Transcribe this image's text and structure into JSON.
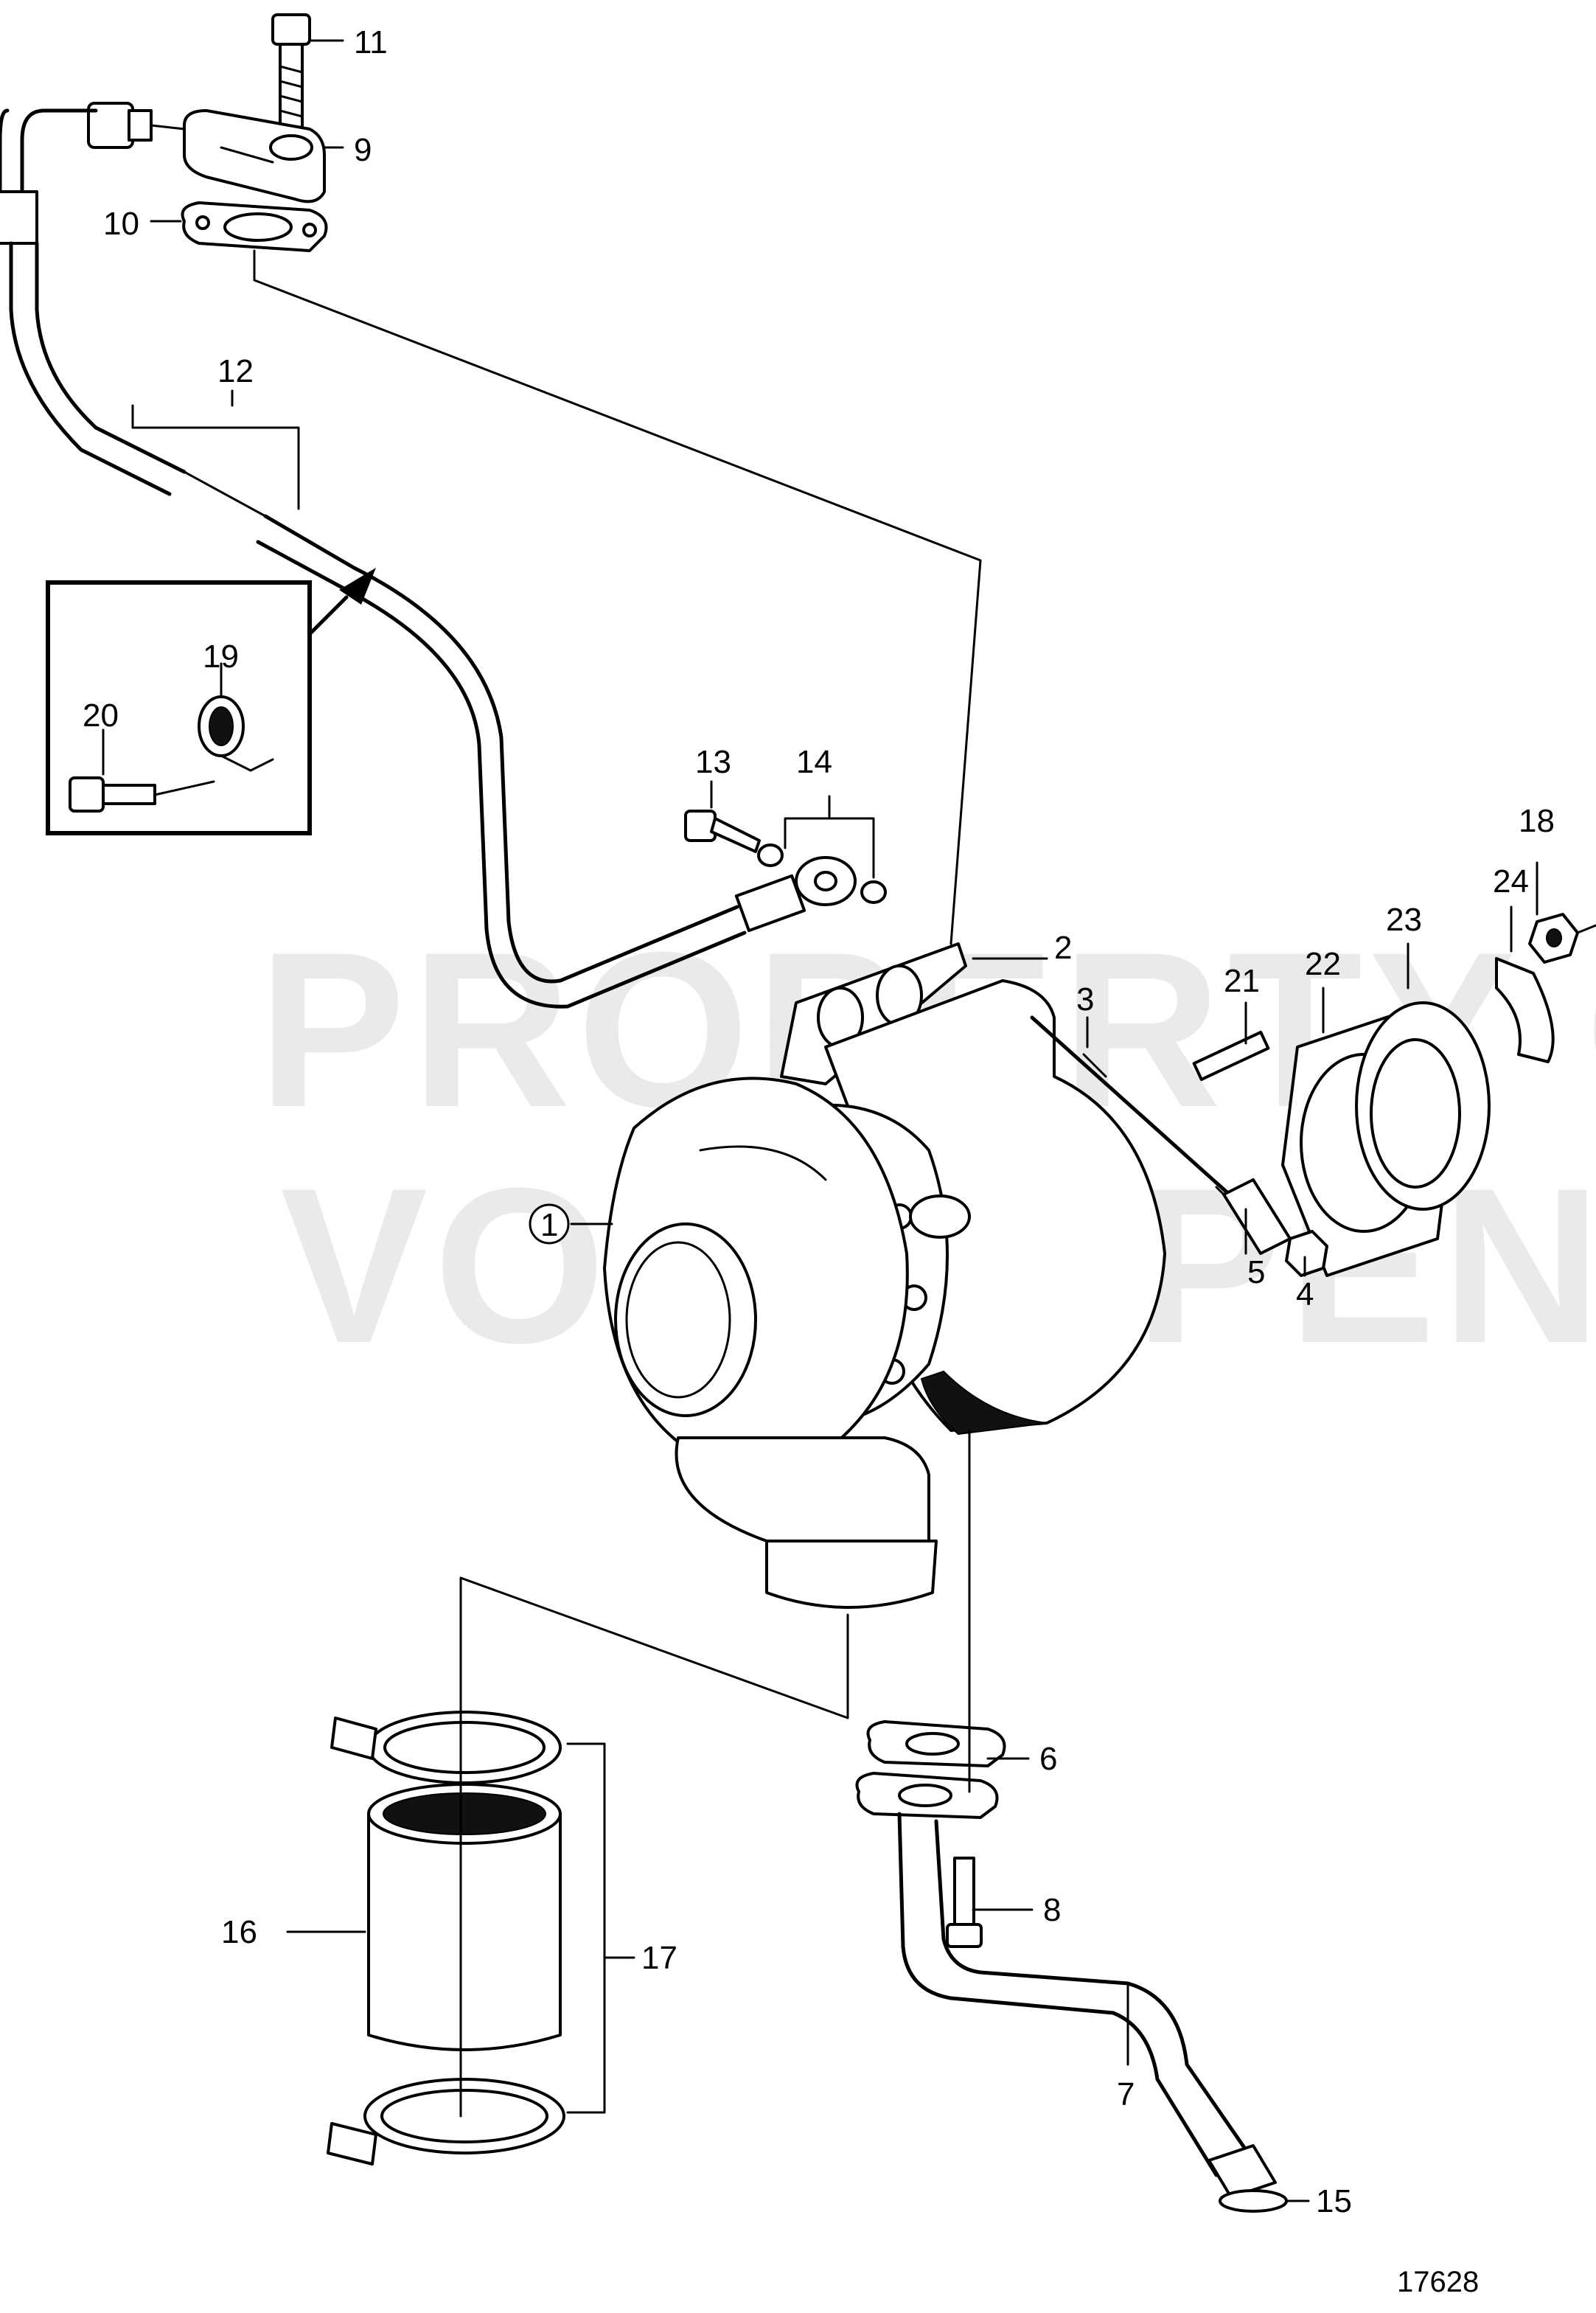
{
  "watermark": {
    "line1": "PROPERTY OF",
    "line2": "VOLVO PENTA"
  },
  "figure_number": "17628",
  "callouts": [
    "1",
    "2",
    "3",
    "4",
    "5",
    "6",
    "7",
    "8",
    "9",
    "10",
    "11",
    "12",
    "13",
    "14",
    "15",
    "16",
    "17",
    "18",
    "19",
    "20",
    "21",
    "22",
    "23",
    "24"
  ]
}
